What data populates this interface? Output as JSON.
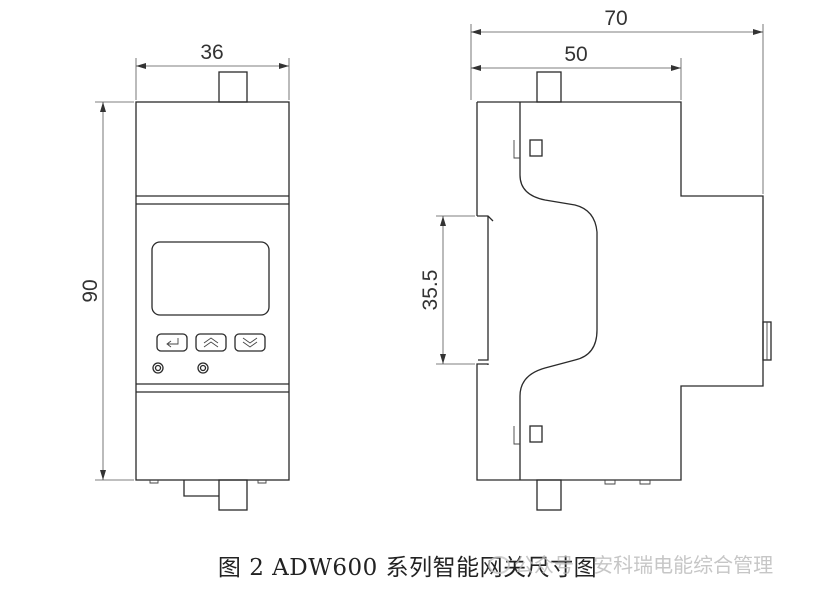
{
  "dimensions": {
    "front_width": "36",
    "front_height": "90",
    "side_total_depth": "70",
    "side_depth": "50",
    "rail_height": "35.5"
  },
  "front_panel": {
    "buttons": [
      {
        "name": "enter-button",
        "icon": "enter-icon",
        "glyph": "↵"
      },
      {
        "name": "up-button",
        "icon": "chevron-up-icon",
        "glyph": "︽"
      },
      {
        "name": "down-button",
        "icon": "chevron-down-icon",
        "glyph": "︾"
      }
    ]
  },
  "caption": {
    "text": "图 2 ADW600 系列智能网关尺寸图"
  },
  "watermark": {
    "text": "公众号 · 安科瑞电能综合管理"
  }
}
